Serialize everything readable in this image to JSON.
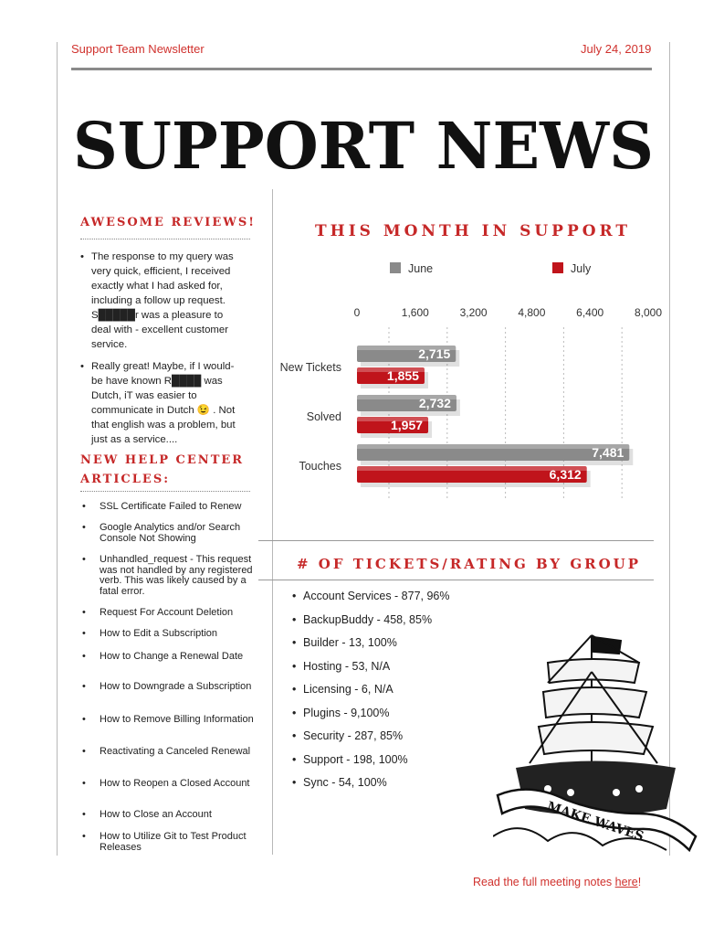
{
  "header": {
    "title": "Support Team Newsletter",
    "date": "July 24, 2019"
  },
  "masthead": "SUPPORT NEWS",
  "reviews": {
    "heading": "Awesome Reviews!",
    "items": [
      "The response to my query was very quick, efficient, I received exactly what I had asked for, including a follow up request. S█████r was a pleasure to deal with - excellent customer service.",
      "Really great! Maybe, if I would-be have known R████ was Dutch, iT was easier to communicate in Dutch 😉 . Not that english was a problem, but just as a service...."
    ]
  },
  "articles": {
    "heading": "New Help Center Articles:",
    "items": [
      "SSL Certificate Failed to Renew",
      "Google Analytics and/or Search Console Not Showing",
      "Unhandled_request - This request was not handled by any registered verb. This was likely caused by a fatal error.",
      "Request For Account Deletion",
      "How to Edit a Subscription",
      "How to Change a Renewal Date",
      "How to Downgrade a Subscription",
      "How to Remove Billing Information",
      "Reactivating a Canceled Renewal",
      "How to Reopen a Closed Account",
      "How to Close an Account",
      "How to Utilize Git to Test Product Releases"
    ]
  },
  "chart_section_heading": "This Month in Support",
  "chart_data": {
    "type": "bar",
    "orientation": "horizontal",
    "title": "",
    "categories": [
      "New Tickets",
      "Solved",
      "Touches"
    ],
    "series": [
      {
        "name": "June",
        "values": [
          2715,
          2732,
          7481
        ],
        "color": "#8a8a8a"
      },
      {
        "name": "July",
        "values": [
          1855,
          1957,
          6312
        ],
        "color": "#c0141b"
      }
    ],
    "data_labels": [
      [
        "2,715",
        "2,732",
        "7,481"
      ],
      [
        "1,855",
        "1,957",
        "6,312"
      ]
    ],
    "xlim": [
      0,
      8000
    ],
    "xticks": [
      "0",
      "1,600",
      "3,200",
      "4,800",
      "6,400",
      "8,000"
    ],
    "grid": true,
    "legend": "top"
  },
  "groups": {
    "heading": "# of Tickets/Rating by Group",
    "items": [
      "Account Services - 877, 96%",
      "BackupBuddy - 458, 85%",
      "Builder - 13, 100%",
      "Hosting - 53, N/A",
      "Licensing - 6, N/A",
      "Plugins - 9,100%",
      "Security - 287, 85%",
      "Support - 198, 100%",
      "Sync - 54, 100%"
    ]
  },
  "illustration": {
    "banner_text": "MAKE WAVES"
  },
  "footer": {
    "text": "Read the full meeting notes ",
    "link": "here",
    "suffix": "!"
  },
  "colors": {
    "accent": "#d0312d",
    "june": "#8a8a8a",
    "july": "#c0141b"
  }
}
